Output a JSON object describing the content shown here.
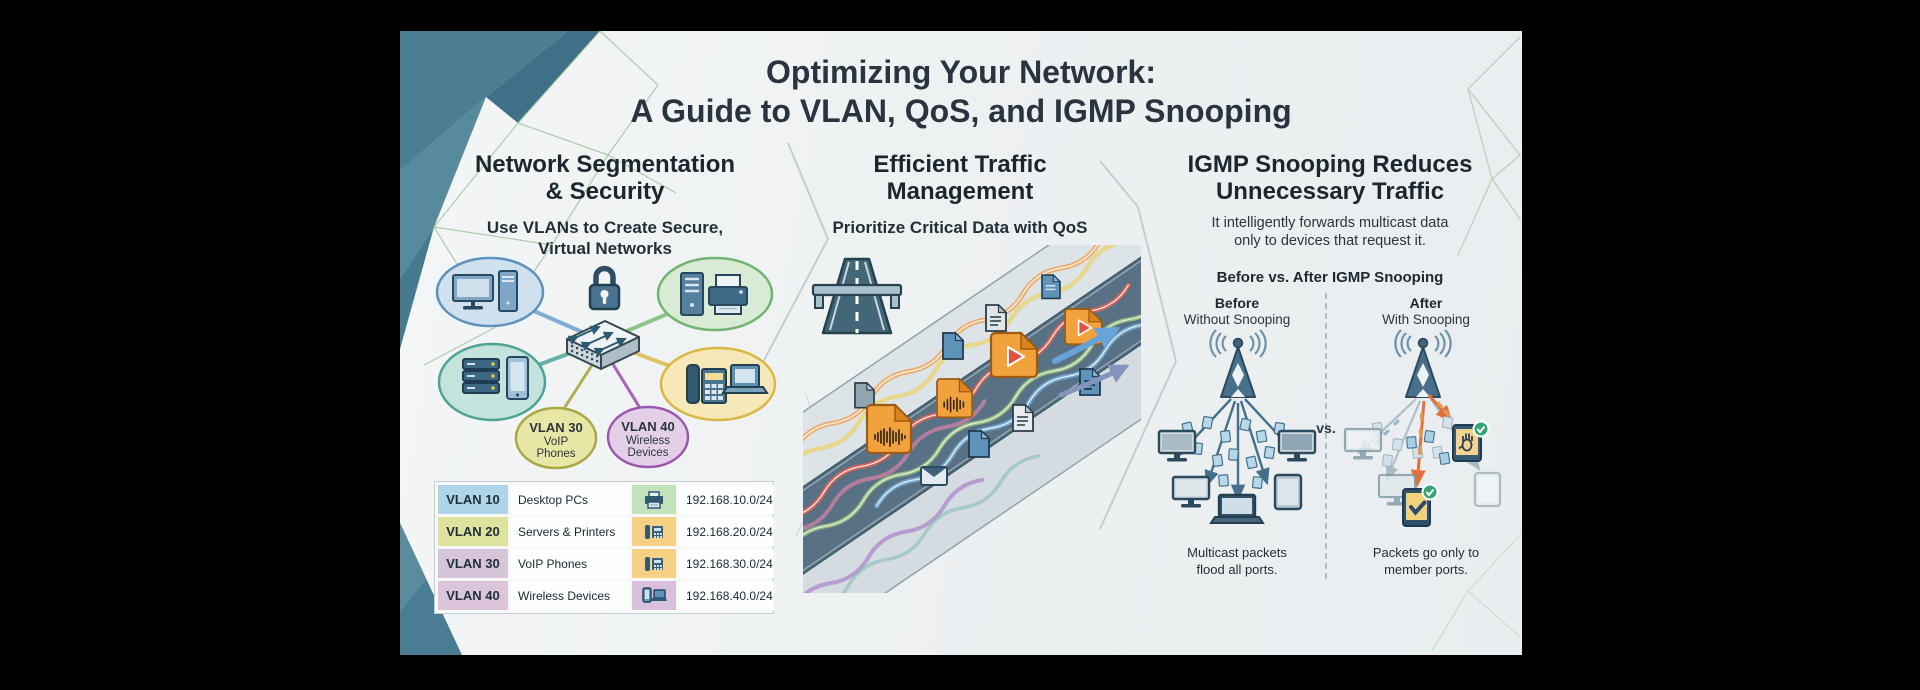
{
  "title": {
    "line1": "Optimizing Your Network:",
    "line2": "A Guide to VLAN, QoS, and IGMP Snooping"
  },
  "columns": {
    "vlan": {
      "heading_line1": "Network Segmentation",
      "heading_line2": "& Security",
      "subtitle_line1": "Use VLANs to Create Secure,",
      "subtitle_line2": "Virtual Networks",
      "bubbles": {
        "vlan30": {
          "title": "VLAN 30",
          "line1": "VoIP",
          "line2": "Phones"
        },
        "vlan40": {
          "title": "VLAN 40",
          "line1": "Wireless",
          "line2": "Devices"
        }
      },
      "diagram_icons": [
        "desktop-pc-icon",
        "lock-icon",
        "server-printer-icon",
        "network-switch-icon",
        "server-stack-phone-icon",
        "voip-phone-laptop-icon"
      ],
      "table": {
        "rows": [
          {
            "vlan": "VLAN 10",
            "device": "Desktop PCs",
            "icon": "printer-icon",
            "subnet": "192.168.10.0/24"
          },
          {
            "vlan": "VLAN 20",
            "device": "Servers & Printers",
            "icon": "voip-phone-icon",
            "subnet": "192.168.20.0/24"
          },
          {
            "vlan": "VLAN 30",
            "device": "VoIP Phones",
            "icon": "voip-phone-icon",
            "subnet": "192.168.30.0/24"
          },
          {
            "vlan": "VLAN 40",
            "device": "Wireless Devices",
            "icon": "mobile-laptop-icon",
            "subnet": "192.168.40.0/24"
          }
        ]
      }
    },
    "qos": {
      "heading_line1": "Efficient Traffic",
      "heading_line2": "Management",
      "subtitle": "Prioritize Critical Data with QoS",
      "illustration_icons": [
        "highway-icon",
        "audio-file-icon",
        "video-file-icon",
        "document-icon",
        "envelope-icon",
        "arrow-icon"
      ]
    },
    "igmp": {
      "heading_line1": "IGMP Snooping Reduces",
      "heading_line2": "Unnecessary Traffic",
      "subtitle_line1": "It intelligently forwards multicast data",
      "subtitle_line2": "only to devices that request it.",
      "comparison_title": "Before vs. After IGMP Snooping",
      "vs_label": "vs.",
      "before": {
        "label": "Before",
        "sublabel": "Without Snooping",
        "caption_line1": "Multicast packets",
        "caption_line2": "flood all ports."
      },
      "after": {
        "label": "After",
        "sublabel": "With Snooping",
        "caption_line1": "Packets go only to",
        "caption_line2": "member ports."
      }
    }
  },
  "colors": {
    "vlan10_row": "#aed6e8",
    "vlan20_row": "#dde29f",
    "vlan30_row": "#d6c4db",
    "vlan40_row": "#dcc5da",
    "qos_priority_lane": "#587185",
    "priority_file_orange": "#f2a23c",
    "member_arrow_orange": "#e2703c",
    "member_badge_green": "#36a376",
    "corner_teal": "#4a7d93"
  }
}
